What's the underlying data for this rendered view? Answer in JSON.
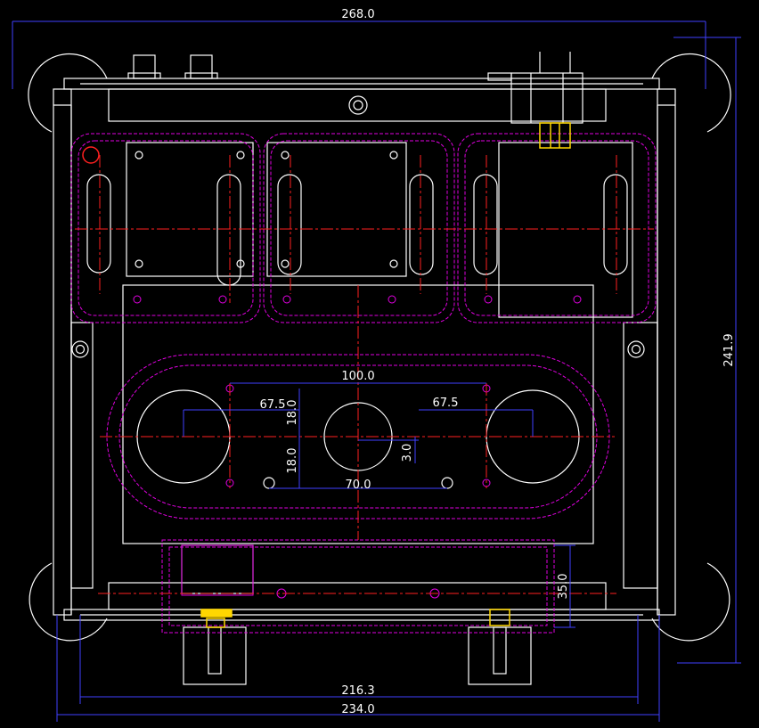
{
  "colors": {
    "background": "#000000",
    "outline": "#ffffff",
    "hidden_lines": "#e000e0",
    "centerlines": "#ff2020",
    "dimensions": "#4040ff",
    "highlight": "#ffd700",
    "dim_text": "#ffffff"
  },
  "dimensions": {
    "overall_width": "268.0",
    "overall_height": "241.9",
    "inner_width": "216.3",
    "base_width": "234.0",
    "foot_height": "35.0",
    "center_spacing": "100.0",
    "left_offset": "67.5",
    "right_offset": "67.5",
    "upper_offset": "18.0",
    "lower_offset": "18.0",
    "hole_spacing": "70.0",
    "center_offset": "3.0"
  }
}
